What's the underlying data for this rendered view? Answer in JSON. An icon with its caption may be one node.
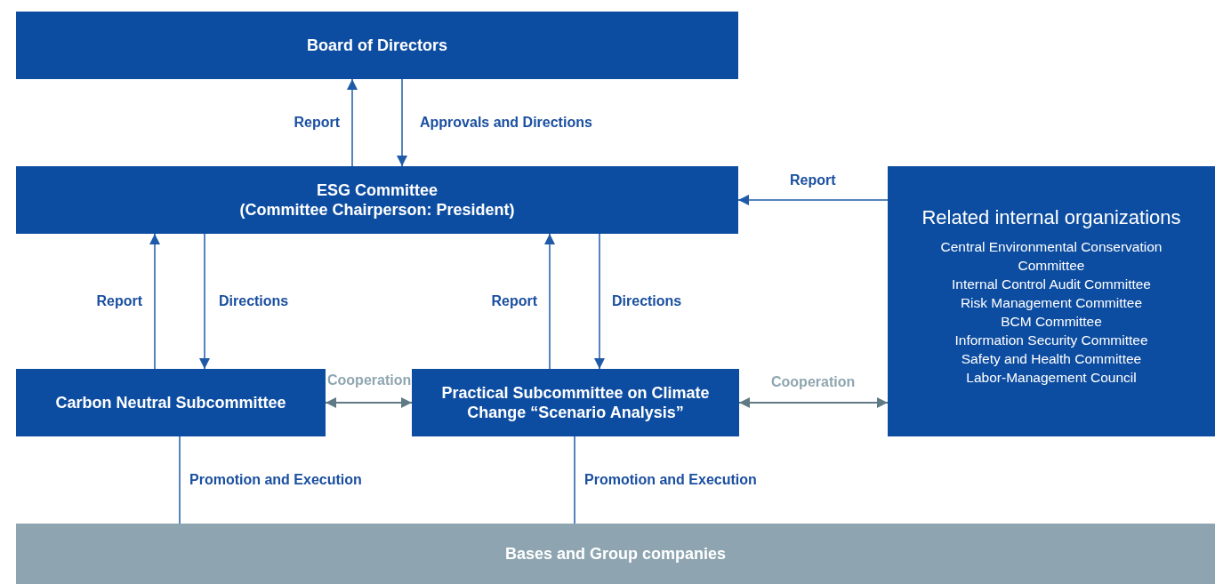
{
  "diagram": {
    "nodes": [
      {
        "text": [
          "Board of Directors"
        ]
      },
      {
        "text": [
          "ESG Committee",
          "(Committee Chairperson: President)"
        ]
      },
      {
        "text": [
          "Related internal organizations",
          "Central Environmental Conservation Committee",
          "Internal Control Audit Committee",
          "Risk Management Committee",
          "BCM Committee",
          "Information Security Committee",
          "Safety and Health Committee",
          "Labor-Management Council"
        ]
      },
      {
        "text": [
          "Carbon Neutral Subcommittee"
        ]
      },
      {
        "text": [
          "Practical Subcommittee on Climate Change “Scenario Analysis”"
        ]
      },
      {
        "text": [
          "Bases and Group companies"
        ]
      }
    ],
    "edges": [
      {
        "from": 1,
        "to": 0,
        "arrow": "to",
        "label": "Report"
      },
      {
        "from": 0,
        "to": 1,
        "arrow": "to",
        "label": "Approvals and Directions"
      },
      {
        "from": 2,
        "to": 1,
        "arrow": "to",
        "label": "Report"
      },
      {
        "from": 3,
        "to": 1,
        "arrow": "to",
        "label": "Report"
      },
      {
        "from": 1,
        "to": 3,
        "arrow": "to",
        "label": "Directions"
      },
      {
        "from": 4,
        "to": 1,
        "arrow": "to",
        "label": "Report"
      },
      {
        "from": 1,
        "to": 4,
        "arrow": "to",
        "label": "Directions"
      },
      {
        "from": 3,
        "to": 4,
        "arrow": "both",
        "label": "Cooperation",
        "color": "#5f7a85"
      },
      {
        "from": 4,
        "to": 2,
        "arrow": "both",
        "label": "Cooperation",
        "color": "#5f7a85"
      },
      {
        "from": 3,
        "to": 5,
        "arrow": "none",
        "label": "Promotion and Execution"
      },
      {
        "from": 4,
        "to": 5,
        "arrow": "none",
        "label": "Promotion and Execution"
      }
    ]
  }
}
